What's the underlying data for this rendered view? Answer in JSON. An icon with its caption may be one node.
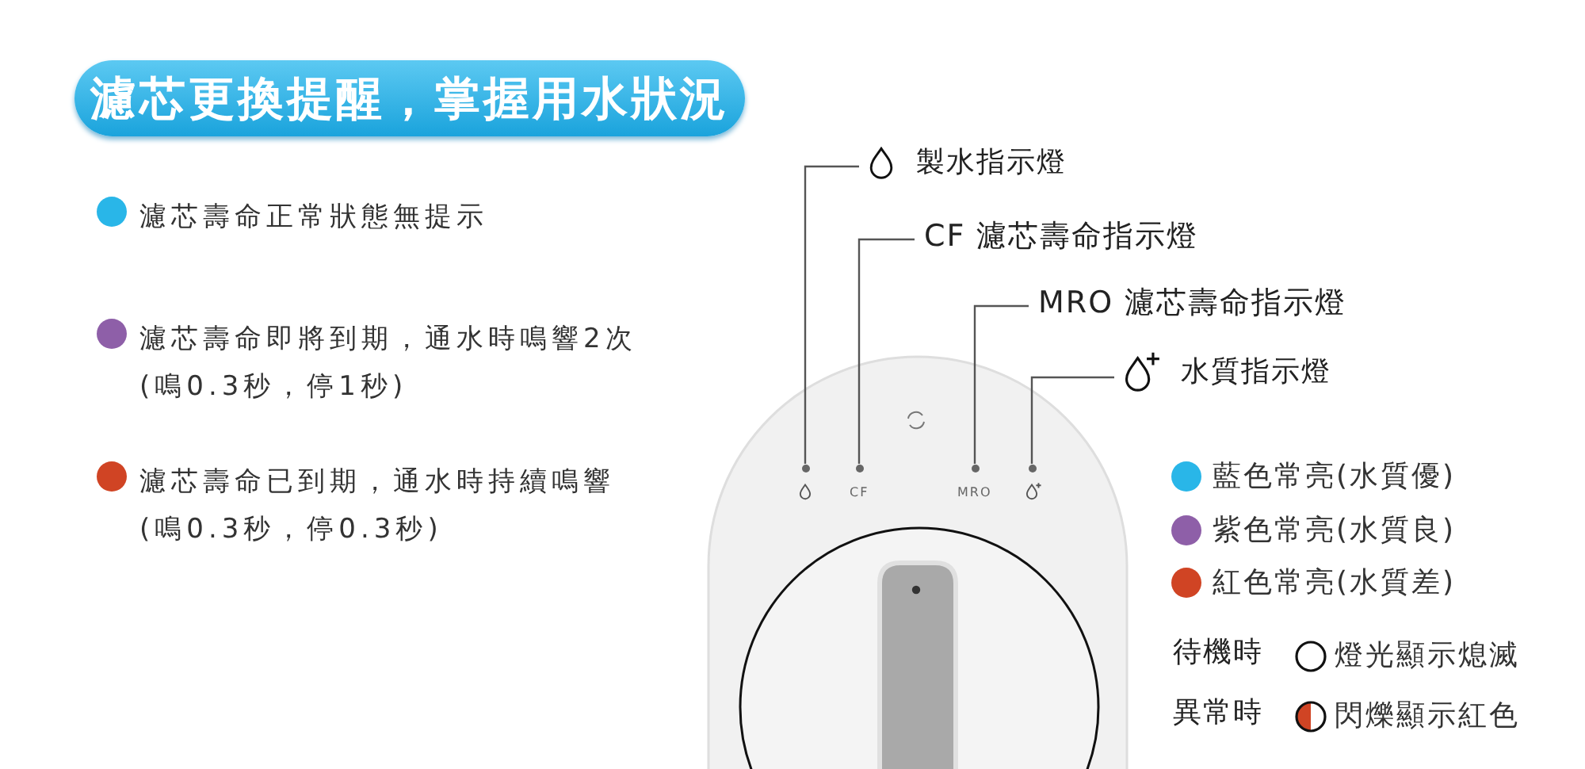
{
  "diagram": {
    "title": "濾芯更換提醒，掌握用水狀況",
    "nodes": [
      {
        "text": [
          "製水指示燈"
        ]
      },
      {
        "text": [
          "CF 濾芯壽命指示燈"
        ]
      },
      {
        "text": [
          "MRO 濾芯壽命指示燈"
        ]
      },
      {
        "text": [
          "水質指示燈"
        ]
      },
      {
        "text": [],
        "shape": "circle"
      },
      {
        "text": [],
        "shape": "circle"
      },
      {
        "text": [],
        "shape": "circle"
      },
      {
        "text": [],
        "shape": "circle"
      }
    ],
    "edges": [
      {
        "from": 0,
        "to": 4,
        "arrow": "none"
      },
      {
        "from": 1,
        "to": 5,
        "arrow": "none"
      },
      {
        "from": 2,
        "to": 6,
        "arrow": "none"
      },
      {
        "from": 3,
        "to": 7,
        "arrow": "none"
      }
    ],
    "labels": [
      "CF",
      "MRO",
      "待機時",
      "異常時"
    ],
    "legend": [
      {
        "text": "濾芯壽命正常狀態無提示",
        "color": "#29b6e8"
      },
      {
        "text": "濾芯壽命即將到期，通水時鳴響2次 (鳴0.3秒，停1秒)",
        "color": "#8e5fa8"
      },
      {
        "text": "濾芯壽命已到期，通水時持續鳴響 (鳴0.3秒，停0.3秒)",
        "color": "#d04424"
      },
      {
        "text": "藍色常亮(水質優)",
        "color": "#29b6e8"
      },
      {
        "text": "紫色常亮(水質良)",
        "color": "#8e5fa8"
      },
      {
        "text": "紅色常亮(水質差)",
        "color": "#d04424"
      },
      {
        "text": "燈光顯示熄滅"
      },
      {
        "text": "閃爍顯示紅色"
      }
    ]
  }
}
